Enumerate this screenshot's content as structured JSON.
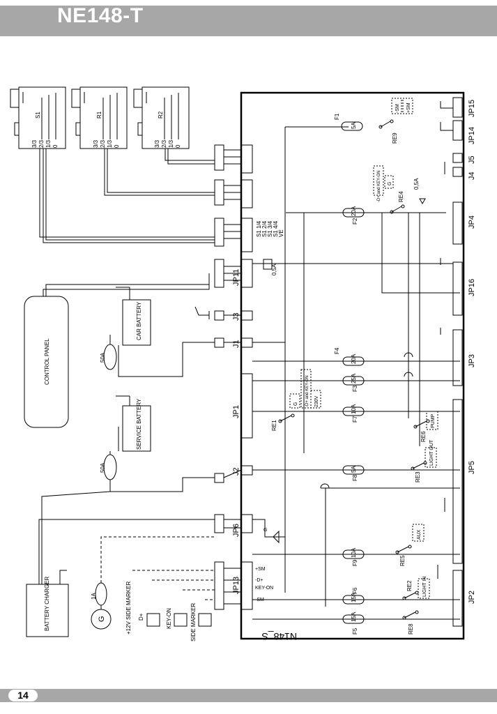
{
  "header": {
    "title": "NE148-T"
  },
  "footer": {
    "page_number": "14"
  },
  "colors": {
    "header_bg": "#a7a7a7",
    "line": "#000000",
    "background": "#ffffff"
  },
  "diagram": {
    "board": {
      "label": "N148_S"
    },
    "sensors": [
      {
        "name": "S1",
        "levels": [
          "3/3",
          "2/3",
          "1/3",
          "0"
        ]
      },
      {
        "name": "R1",
        "levels": [
          "3/3",
          "2/3",
          "1/3",
          "0"
        ]
      },
      {
        "name": "R2",
        "levels": [
          "3/3",
          "2/3",
          "1/3",
          "0"
        ]
      }
    ],
    "control_panel": "CONTROL PANEL",
    "car_battery": "CAR BATTERY",
    "service_battery": "SERVICE BATTERY",
    "battery_charger": "BATTERY CHARGER",
    "fuse_50a": "50A",
    "fuse_1a": "1A",
    "fuse_05a": "0,5A",
    "generator": "G",
    "left_labels": {
      "side_marker_12v": "+12V SIDE MARKER",
      "d_plus": "D+",
      "key_on": "KEY-ON",
      "side_marker": "SIDE MARKER"
    },
    "connectors": {
      "jp11": "JP11",
      "j3": "J3",
      "j1": "J1",
      "jp1": "JP1",
      "j2": "J2",
      "jp6": "JP6",
      "jp13": "JP13",
      "jp15": "JP15",
      "jp14": "JP14",
      "j5": "J5",
      "j4": "J4",
      "jp4": "JP4",
      "jp16": "JP16",
      "jp3": "JP3",
      "jp5": "JP5",
      "jp2": "JP2"
    },
    "sensor_labels": [
      "S1 1/4",
      "S1 2/4",
      "S1 3/4",
      "S1 4/4",
      "VE"
    ],
    "fuses": [
      {
        "name": "F1",
        "rating": "5A"
      },
      {
        "name": "F2",
        "rating": "20A"
      },
      {
        "name": "F4",
        "rating": "20A"
      },
      {
        "name": "F3",
        "rating": "25A"
      },
      {
        "name": "F7",
        "rating": "10A"
      },
      {
        "name": "F8",
        "rating": "5A"
      },
      {
        "name": "F9",
        "rating": "10A"
      },
      {
        "name": "F6",
        "rating": "15A"
      },
      {
        "name": "F5",
        "rating": "15A"
      }
    ],
    "relays": [
      "RE9",
      "RE4",
      "RE1",
      "RE6",
      "RE3",
      "RE5",
      "RE2",
      "RE8"
    ],
    "relay_notes": {
      "re9_a": "-SM",
      "re9_b": "+SM",
      "re4_a": "-D+ and KEY-ON",
      "re4_b": "G",
      "re1_a": "G",
      "re1_b": "-D+ and KEY-ON",
      "re1_c": "230V",
      "re6": "PUMP",
      "re3": "LIGHT OUT",
      "re5": "AUX",
      "re2": "LIGHT IN"
    },
    "jp13_pins": {
      "p1": "+SM",
      "p2": "-D+",
      "p3": "KEY-ON",
      "p4": "-SM"
    },
    "g_label": "G"
  }
}
